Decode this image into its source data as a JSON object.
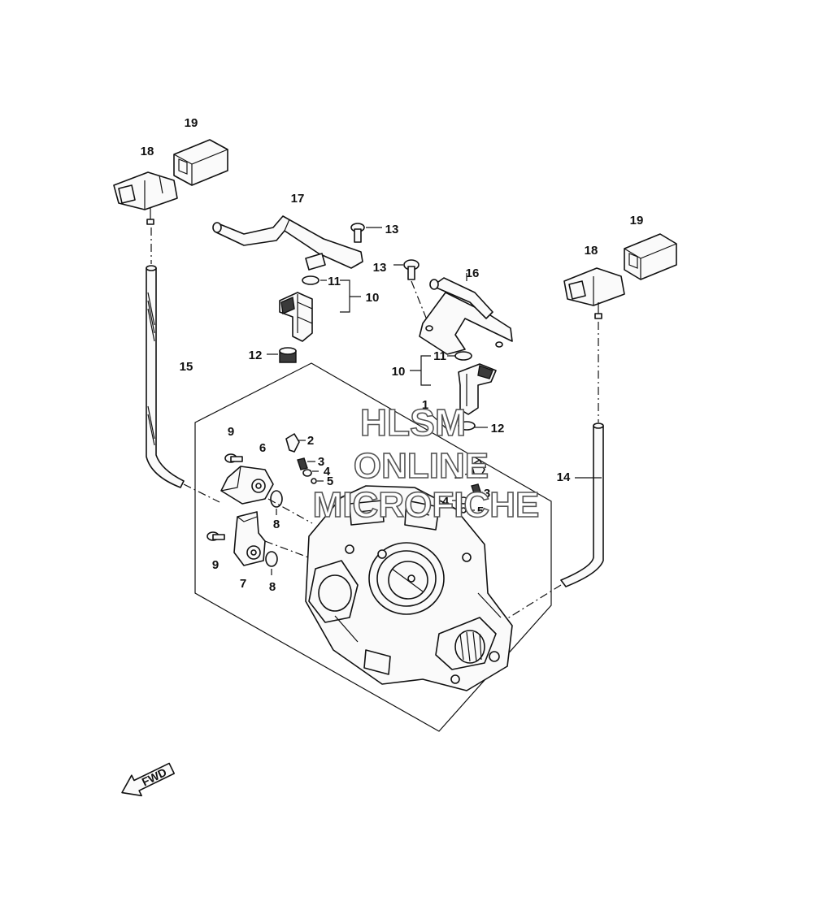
{
  "watermark": {
    "line1": "HLSM",
    "line2": "ONLINE",
    "line3": "MICROFICHE"
  },
  "direction": {
    "label": "FWD"
  },
  "callouts": {
    "c1": "1",
    "c2a": "2",
    "c2b": "2",
    "c3a": "3",
    "c3b": "3",
    "c4a": "4",
    "c4b": "4",
    "c5a": "5",
    "c5b": "5",
    "c6": "6",
    "c7": "7",
    "c8a": "8",
    "c8b": "8",
    "c9a": "9",
    "c9b": "9",
    "c10a": "10",
    "c10b": "10",
    "c11a": "11",
    "c11b": "11",
    "c12a": "12",
    "c12b": "12",
    "c13a": "13",
    "c13b": "13",
    "c14": "14",
    "c15": "15",
    "c16": "16",
    "c17": "17",
    "c18a": "18",
    "c18b": "18",
    "c19a": "19",
    "c19b": "19"
  }
}
